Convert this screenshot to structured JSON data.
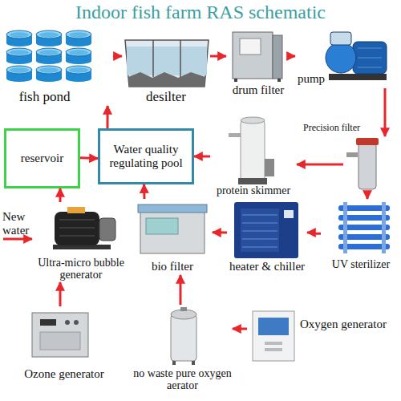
{
  "diagram": {
    "title": "Indoor fish farm RAS schematic",
    "nodes": [
      {
        "text": [
          "fish pond"
        ]
      },
      {
        "text": [
          "desilter"
        ]
      },
      {
        "text": [
          "drum filter"
        ]
      },
      {
        "text": [
          "pump"
        ]
      },
      {
        "text": [
          "Precision filter"
        ]
      },
      {
        "text": [
          "reservoir"
        ]
      },
      {
        "text": [
          "Water quality regulating pool"
        ]
      },
      {
        "text": [
          "protein skimmer"
        ]
      },
      {
        "text": [
          "Ultra-micro bubble generator"
        ]
      },
      {
        "text": [
          "bio filter"
        ]
      },
      {
        "text": [
          "heater & chiller"
        ]
      },
      {
        "text": [
          "UV sterilizer"
        ]
      },
      {
        "text": [
          "Ozone generator"
        ]
      },
      {
        "text": [
          "no waste pure oxygen aerator"
        ]
      },
      {
        "text": [
          "Oxygen generator"
        ]
      }
    ],
    "edges": [
      {
        "from": 0,
        "to": 1,
        "arrow": "to"
      },
      {
        "from": 1,
        "to": 2,
        "arrow": "to"
      },
      {
        "from": 2,
        "to": 3,
        "arrow": "to"
      },
      {
        "from": 3,
        "to": 4,
        "arrow": "to"
      },
      {
        "from": 4,
        "to": 11,
        "arrow": "to"
      },
      {
        "from": 4,
        "to": 7,
        "arrow": "to"
      },
      {
        "from": 11,
        "to": 10,
        "arrow": "to"
      },
      {
        "from": 10,
        "to": 9,
        "arrow": "to"
      },
      {
        "from": 7,
        "to": 6,
        "arrow": "to"
      },
      {
        "from": 9,
        "to": 6,
        "arrow": "to"
      },
      {
        "from": 6,
        "to": 0,
        "arrow": "to"
      },
      {
        "from": 5,
        "to": 6,
        "arrow": "to"
      },
      {
        "from": 8,
        "to": 5,
        "arrow": "to"
      },
      {
        "from": 12,
        "to": 8,
        "arrow": "to"
      },
      {
        "from": 14,
        "to": 13,
        "arrow": "to"
      },
      {
        "from": 13,
        "to": 9,
        "arrow": "to"
      }
    ],
    "labels": [
      "New water"
    ]
  }
}
